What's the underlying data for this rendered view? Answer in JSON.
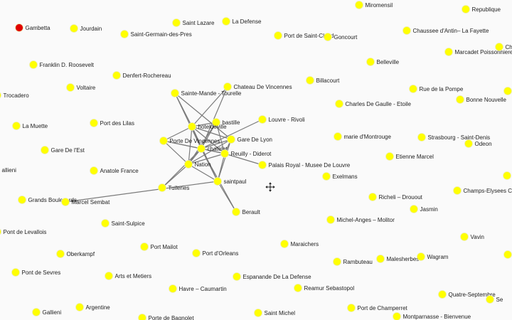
{
  "colors": {
    "node": "#ffff00",
    "node_highlight": "#e00000",
    "edge": "#7a7a7a",
    "label": "#222222",
    "background": "#fafafa"
  },
  "cursor_icon": "move-cursor-icon",
  "nodes": [
    {
      "id": "gambetta",
      "label": "Gambetta",
      "highlight": true
    },
    {
      "id": "jourdain",
      "label": "Jourdain"
    },
    {
      "id": "saint-lazare",
      "label": "Saint Lazare"
    },
    {
      "id": "la-defense",
      "label": "La Defense"
    },
    {
      "id": "miromensil",
      "label": "Miromensil"
    },
    {
      "id": "republique",
      "label": "Republique"
    },
    {
      "id": "saint-germain-des-pres",
      "label": "Saint-Germain-des-Pres"
    },
    {
      "id": "port-de-saint-cloud",
      "label": "Port de Saint-Cloud"
    },
    {
      "id": "goncourt",
      "label": "Goncourt"
    },
    {
      "id": "chaussee-dantin-la-fayette",
      "label": "Chaussee d'Antin– La Fayette"
    },
    {
      "id": "marcadet-poissonnieres",
      "label": "Marcadet Poissonnieres"
    },
    {
      "id": "ch-right",
      "label": "Ch"
    },
    {
      "id": "franklin-d-roosevelt",
      "label": "Franklin D. Roosevelt"
    },
    {
      "id": "belleville",
      "label": "Belleville"
    },
    {
      "id": "denfert-rochereau",
      "label": "Denfert-Rochereau"
    },
    {
      "id": "billacourt",
      "label": "Billacourt"
    },
    {
      "id": "voltaire",
      "label": "Voltaire"
    },
    {
      "id": "chateau-de-vincennes",
      "label": "Chateau De Vincennes"
    },
    {
      "id": "rue-de-la-pompe",
      "label": "Rue de la Pompe"
    },
    {
      "id": "trocadero",
      "label": "Trocadero"
    },
    {
      "id": "sainte-mande-tourelle",
      "label": "Sainte-Mande - Tourelle"
    },
    {
      "id": "charles-de-gaulle-etoile",
      "label": "Charles De Gaulle - Etoile"
    },
    {
      "id": "bonne-nouvelle",
      "label": "Bonne Nouvelle"
    },
    {
      "id": "la-muette",
      "label": "La Muette"
    },
    {
      "id": "port-des-lilas",
      "label": "Port des Lilas"
    },
    {
      "id": "bastille",
      "label": "bastille"
    },
    {
      "id": "hoteldeville",
      "label": "hoteldeville"
    },
    {
      "id": "louvre-rivoli",
      "label": "Louvre - Rivoli"
    },
    {
      "id": "gare-de-lyon",
      "label": "Gare De Lyon"
    },
    {
      "id": "marie-dmontrouge",
      "label": "marie d'Montrouge"
    },
    {
      "id": "strasbourg-saint-denis",
      "label": "Strasbourg - Saint-Denis"
    },
    {
      "id": "porte-de-vincennes",
      "label": "Porte De Vincennes"
    },
    {
      "id": "odeon",
      "label": "Odeon"
    },
    {
      "id": "gare-de-lest",
      "label": "Gare De l'Est"
    },
    {
      "id": "chatelet",
      "label": "chatelet"
    },
    {
      "id": "reuilly-diderot",
      "label": "Reuilly - Diderot"
    },
    {
      "id": "etienne-marcel",
      "label": "Etienne Marcel"
    },
    {
      "id": "nation",
      "label": "Nation"
    },
    {
      "id": "palais-royal-musee-de-louvre",
      "label": "Palais Royal - Musee De Louvre"
    },
    {
      "id": "anatole-france",
      "label": "Anatole France"
    },
    {
      "id": "gallieni-left",
      "label": "allieni"
    },
    {
      "id": "exelmans",
      "label": "Exelmans"
    },
    {
      "id": "saintpaul",
      "label": "saintpaul"
    },
    {
      "id": "tuileries",
      "label": "Tuileries"
    },
    {
      "id": "champs-elysees-clemenceau",
      "label": "Champs-Elysees Cle"
    },
    {
      "id": "richeli-drouout",
      "label": "Richeli – Drouout"
    },
    {
      "id": "grands-boulevards",
      "label": "Grands Boulevards"
    },
    {
      "id": "marcel-sembat",
      "label": "Marcel Sembat"
    },
    {
      "id": "jasmin",
      "label": "Jasmin"
    },
    {
      "id": "berault",
      "label": "Berault"
    },
    {
      "id": "michel-anges-molitor",
      "label": "Michel-Anges – Molitor"
    },
    {
      "id": "saint-sulpice",
      "label": "Saint-Sulpice"
    },
    {
      "id": "pont-de-levallois",
      "label": "Pont de Levallois"
    },
    {
      "id": "vavin",
      "label": "Vavin"
    },
    {
      "id": "port-mailot",
      "label": "Port Mailot"
    },
    {
      "id": "maraichers",
      "label": "Maraichers"
    },
    {
      "id": "oberkampf",
      "label": "Oberkampf"
    },
    {
      "id": "port-dorleans",
      "label": "Port d'Orleans"
    },
    {
      "id": "malesherbes",
      "label": "Malesherbes"
    },
    {
      "id": "wagram",
      "label": "Wagram"
    },
    {
      "id": "rambuteau",
      "label": "Rambuteau"
    },
    {
      "id": "pont-de-sevres",
      "label": "Pont de Sevres"
    },
    {
      "id": "arts-et-metiers",
      "label": "Arts et Metiers"
    },
    {
      "id": "esplanade-de-la-defense",
      "label": "Espanande De La Defense"
    },
    {
      "id": "havre-caumartin",
      "label": "Havre – Caumartin"
    },
    {
      "id": "reamur-sebastopol",
      "label": "Reamur Sebastopol"
    },
    {
      "id": "quatre-septembre",
      "label": "Quatre-Septembre"
    },
    {
      "id": "se-right",
      "label": "Se"
    },
    {
      "id": "gallieni",
      "label": "Gallieni"
    },
    {
      "id": "argentine",
      "label": "Argentine"
    },
    {
      "id": "saint-michel",
      "label": "Saint Michel"
    },
    {
      "id": "port-de-champerret",
      "label": "Port de Champerret"
    },
    {
      "id": "porte-de-bagnolet",
      "label": "Porte de Bagnolet"
    },
    {
      "id": "montparnasse-bienvenue",
      "label": "Montparnasse - Bienvenue"
    },
    {
      "id": "edge-dot-r1",
      "label": ""
    },
    {
      "id": "edge-dot-r2",
      "label": ""
    },
    {
      "id": "edge-dot-r3",
      "label": ""
    }
  ],
  "links": [
    [
      "sainte-mande-tourelle",
      "hoteldeville"
    ],
    [
      "sainte-mande-tourelle",
      "chatelet"
    ],
    [
      "sainte-mande-tourelle",
      "gare-de-lyon"
    ],
    [
      "chateau-de-vincennes",
      "hoteldeville"
    ],
    [
      "chateau-de-vincennes",
      "chatelet"
    ],
    [
      "hoteldeville",
      "bastille"
    ],
    [
      "hoteldeville",
      "gare-de-lyon"
    ],
    [
      "hoteldeville",
      "chatelet"
    ],
    [
      "hoteldeville",
      "porte-de-vincennes"
    ],
    [
      "hoteldeville",
      "nation"
    ],
    [
      "hoteldeville",
      "saintpaul"
    ],
    [
      "hoteldeville",
      "reuilly-diderot"
    ],
    [
      "bastille",
      "chatelet"
    ],
    [
      "bastille",
      "reuilly-diderot"
    ],
    [
      "bastille",
      "nation"
    ],
    [
      "louvre-rivoli",
      "chatelet"
    ],
    [
      "gare-de-lyon",
      "chatelet"
    ],
    [
      "gare-de-lyon",
      "reuilly-diderot"
    ],
    [
      "gare-de-lyon",
      "nation"
    ],
    [
      "gare-de-lyon",
      "saintpaul"
    ],
    [
      "porte-de-vincennes",
      "chatelet"
    ],
    [
      "porte-de-vincennes",
      "nation"
    ],
    [
      "porte-de-vincennes",
      "reuilly-diderot"
    ],
    [
      "chatelet",
      "reuilly-diderot"
    ],
    [
      "chatelet",
      "nation"
    ],
    [
      "chatelet",
      "saintpaul"
    ],
    [
      "chatelet",
      "tuileries"
    ],
    [
      "chatelet",
      "berault"
    ],
    [
      "reuilly-diderot",
      "palais-royal-musee-de-louvre"
    ],
    [
      "reuilly-diderot",
      "nation"
    ],
    [
      "reuilly-diderot",
      "saintpaul"
    ],
    [
      "nation",
      "saintpaul"
    ],
    [
      "nation",
      "tuileries"
    ],
    [
      "saintpaul",
      "marcel-sembat"
    ],
    [
      "saintpaul",
      "berault"
    ]
  ]
}
